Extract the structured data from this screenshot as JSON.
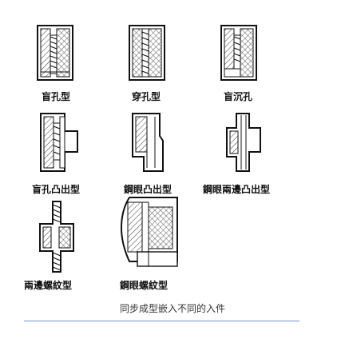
{
  "labels": {
    "blind_hole": "盲孔型",
    "through_hole": "穿孔型",
    "blind_sink": "盲沉孔",
    "blind_hole_protrude": "盲孔凸出型",
    "rivet_protrude": "鋼眼凸出型",
    "rivet_double_protrude": "鋼眼兩邊凸出型",
    "double_thread": "兩邊螺紋型",
    "rivet_thread": "鋼眼螺紋型"
  },
  "caption": "同步成型嵌入不同的入件",
  "colors": {
    "rule": "#6b8fe0",
    "stroke": "#111111"
  }
}
